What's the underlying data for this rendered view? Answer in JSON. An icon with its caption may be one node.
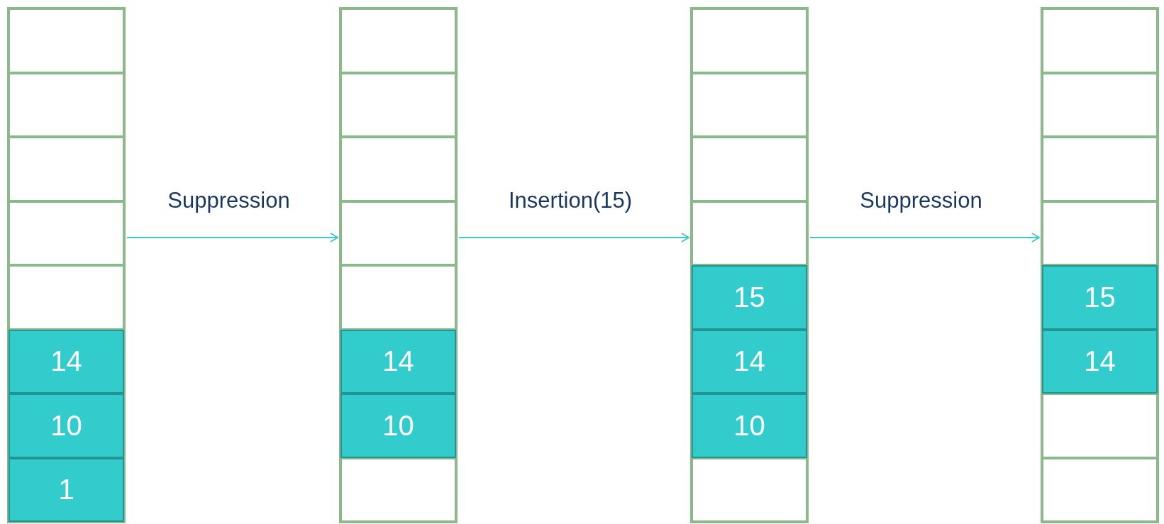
{
  "diagram": {
    "nodes": [
      {
        "text": [],
        "shape": "bar"
      },
      {
        "text": [],
        "shape": "box",
        "in": 0
      },
      {
        "text": [],
        "shape": "box",
        "in": 0
      },
      {
        "text": [],
        "shape": "box",
        "in": 0
      },
      {
        "text": [],
        "shape": "box",
        "in": 0
      },
      {
        "text": [],
        "shape": "box",
        "in": 0
      },
      {
        "text": [
          "14"
        ],
        "in": 0
      },
      {
        "text": [
          "10"
        ],
        "in": 0
      },
      {
        "text": [
          "1"
        ],
        "in": 0
      },
      {
        "text": [],
        "shape": "bar"
      },
      {
        "text": [],
        "shape": "box",
        "in": 9
      },
      {
        "text": [],
        "shape": "box",
        "in": 9
      },
      {
        "text": [],
        "shape": "box",
        "in": 9
      },
      {
        "text": [],
        "shape": "box",
        "in": 9
      },
      {
        "text": [],
        "shape": "box",
        "in": 9
      },
      {
        "text": [
          "14"
        ],
        "in": 9
      },
      {
        "text": [
          "10"
        ],
        "in": 9
      },
      {
        "text": [],
        "shape": "box",
        "in": 9
      },
      {
        "text": [],
        "shape": "bar"
      },
      {
        "text": [],
        "shape": "box",
        "in": 18
      },
      {
        "text": [],
        "shape": "box",
        "in": 18
      },
      {
        "text": [],
        "shape": "box",
        "in": 18
      },
      {
        "text": [],
        "shape": "box",
        "in": 18
      },
      {
        "text": [
          "15"
        ],
        "in": 18
      },
      {
        "text": [
          "14"
        ],
        "in": 18
      },
      {
        "text": [
          "10"
        ],
        "in": 18
      },
      {
        "text": [],
        "shape": "box",
        "in": 18
      },
      {
        "text": [],
        "shape": "bar"
      },
      {
        "text": [],
        "shape": "box",
        "in": 27
      },
      {
        "text": [],
        "shape": "box",
        "in": 27
      },
      {
        "text": [],
        "shape": "box",
        "in": 27
      },
      {
        "text": [],
        "shape": "box",
        "in": 27
      },
      {
        "text": [
          "15"
        ],
        "in": 27
      },
      {
        "text": [
          "14"
        ],
        "in": 27
      },
      {
        "text": [],
        "shape": "box",
        "in": 27
      },
      {
        "text": [],
        "shape": "box",
        "in": 27
      }
    ],
    "edges": [
      {
        "from": 0,
        "to": 9,
        "arrow": "to",
        "label": "Suppression"
      },
      {
        "from": 9,
        "to": 18,
        "arrow": "to",
        "label": "Insertion(15)"
      },
      {
        "from": 18,
        "to": 27,
        "arrow": "to",
        "label": "Suppression"
      }
    ]
  }
}
